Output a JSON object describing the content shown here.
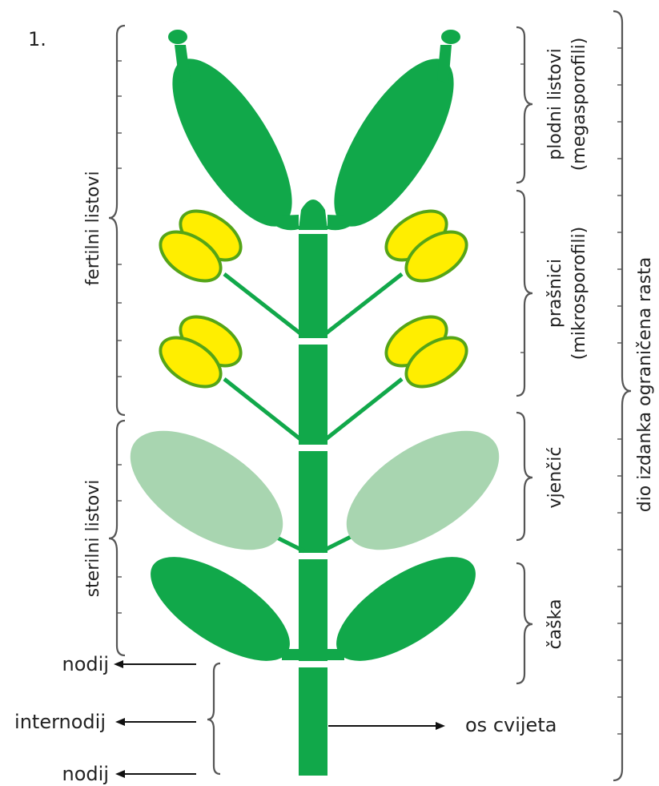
{
  "figure_number": "1.",
  "colors": {
    "dark_green": "#11a84a",
    "light_green": "#a8d5b0",
    "yellow": "#ffee00",
    "stroke_green": "#55a517",
    "ink": "#222222"
  },
  "labels": {
    "fertile_leaves": "fertilni listovi",
    "sterile_leaves": "sterilni listovi",
    "carpels": "plodni listovi",
    "carpels_sub": "(megasporofili)",
    "stamens": "prašnici",
    "stamens_sub": "(mikrosporofili)",
    "corolla": "vjenčić",
    "calyx": "čaška",
    "shoot_part": "dio izdanka ograničena rasta",
    "node_top": "nodij",
    "internode": "internodij",
    "node_bottom": "nodij",
    "flower_axis": "os cvijeta"
  }
}
